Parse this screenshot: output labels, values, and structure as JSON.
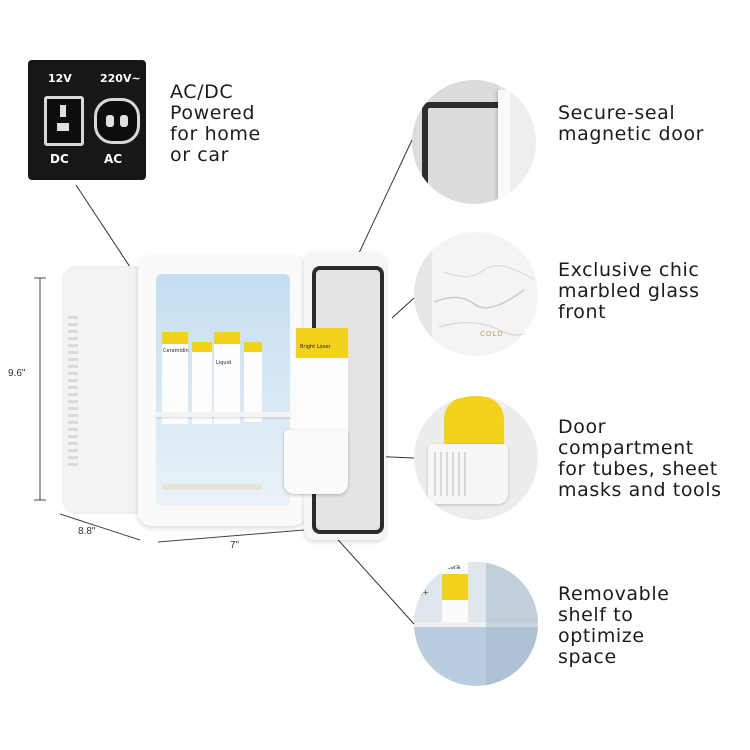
{
  "features": [
    {
      "id": "power",
      "lines": [
        "AC/DC",
        "Powered",
        "for home",
        "or car"
      ]
    },
    {
      "id": "door",
      "lines": [
        "Secure-seal",
        "magnetic door"
      ]
    },
    {
      "id": "glass",
      "lines": [
        "Exclusive chic",
        "marbled glass",
        "front"
      ]
    },
    {
      "id": "compartment",
      "lines": [
        "Door",
        "compartment",
        "for tubes, sheet",
        "masks and tools"
      ]
    },
    {
      "id": "shelf",
      "lines": [
        "Removable",
        "shelf to",
        "optimize",
        "space"
      ]
    }
  ],
  "power_panel": {
    "dc_voltage": "12V",
    "ac_voltage": "220V~",
    "dc_label": "DC",
    "ac_label": "AC"
  },
  "dimensions": {
    "height": "9.6\"",
    "depth": "8.8\"",
    "width": "7\""
  },
  "glass_brand": "COLD",
  "product_labels": {
    "ceramide_brand": "Ceramidin",
    "ceramide_type": "Liquid",
    "mask_title": "Bright Lover",
    "small_tube_text": "Cera",
    "shelf_tube_text": "rt+"
  },
  "colors": {
    "accent_yellow": "#f2d21b",
    "interior_blue": "#bcd9ee",
    "panel_black": "#1a1a1a",
    "fridge_white": "#f7f7f7"
  }
}
